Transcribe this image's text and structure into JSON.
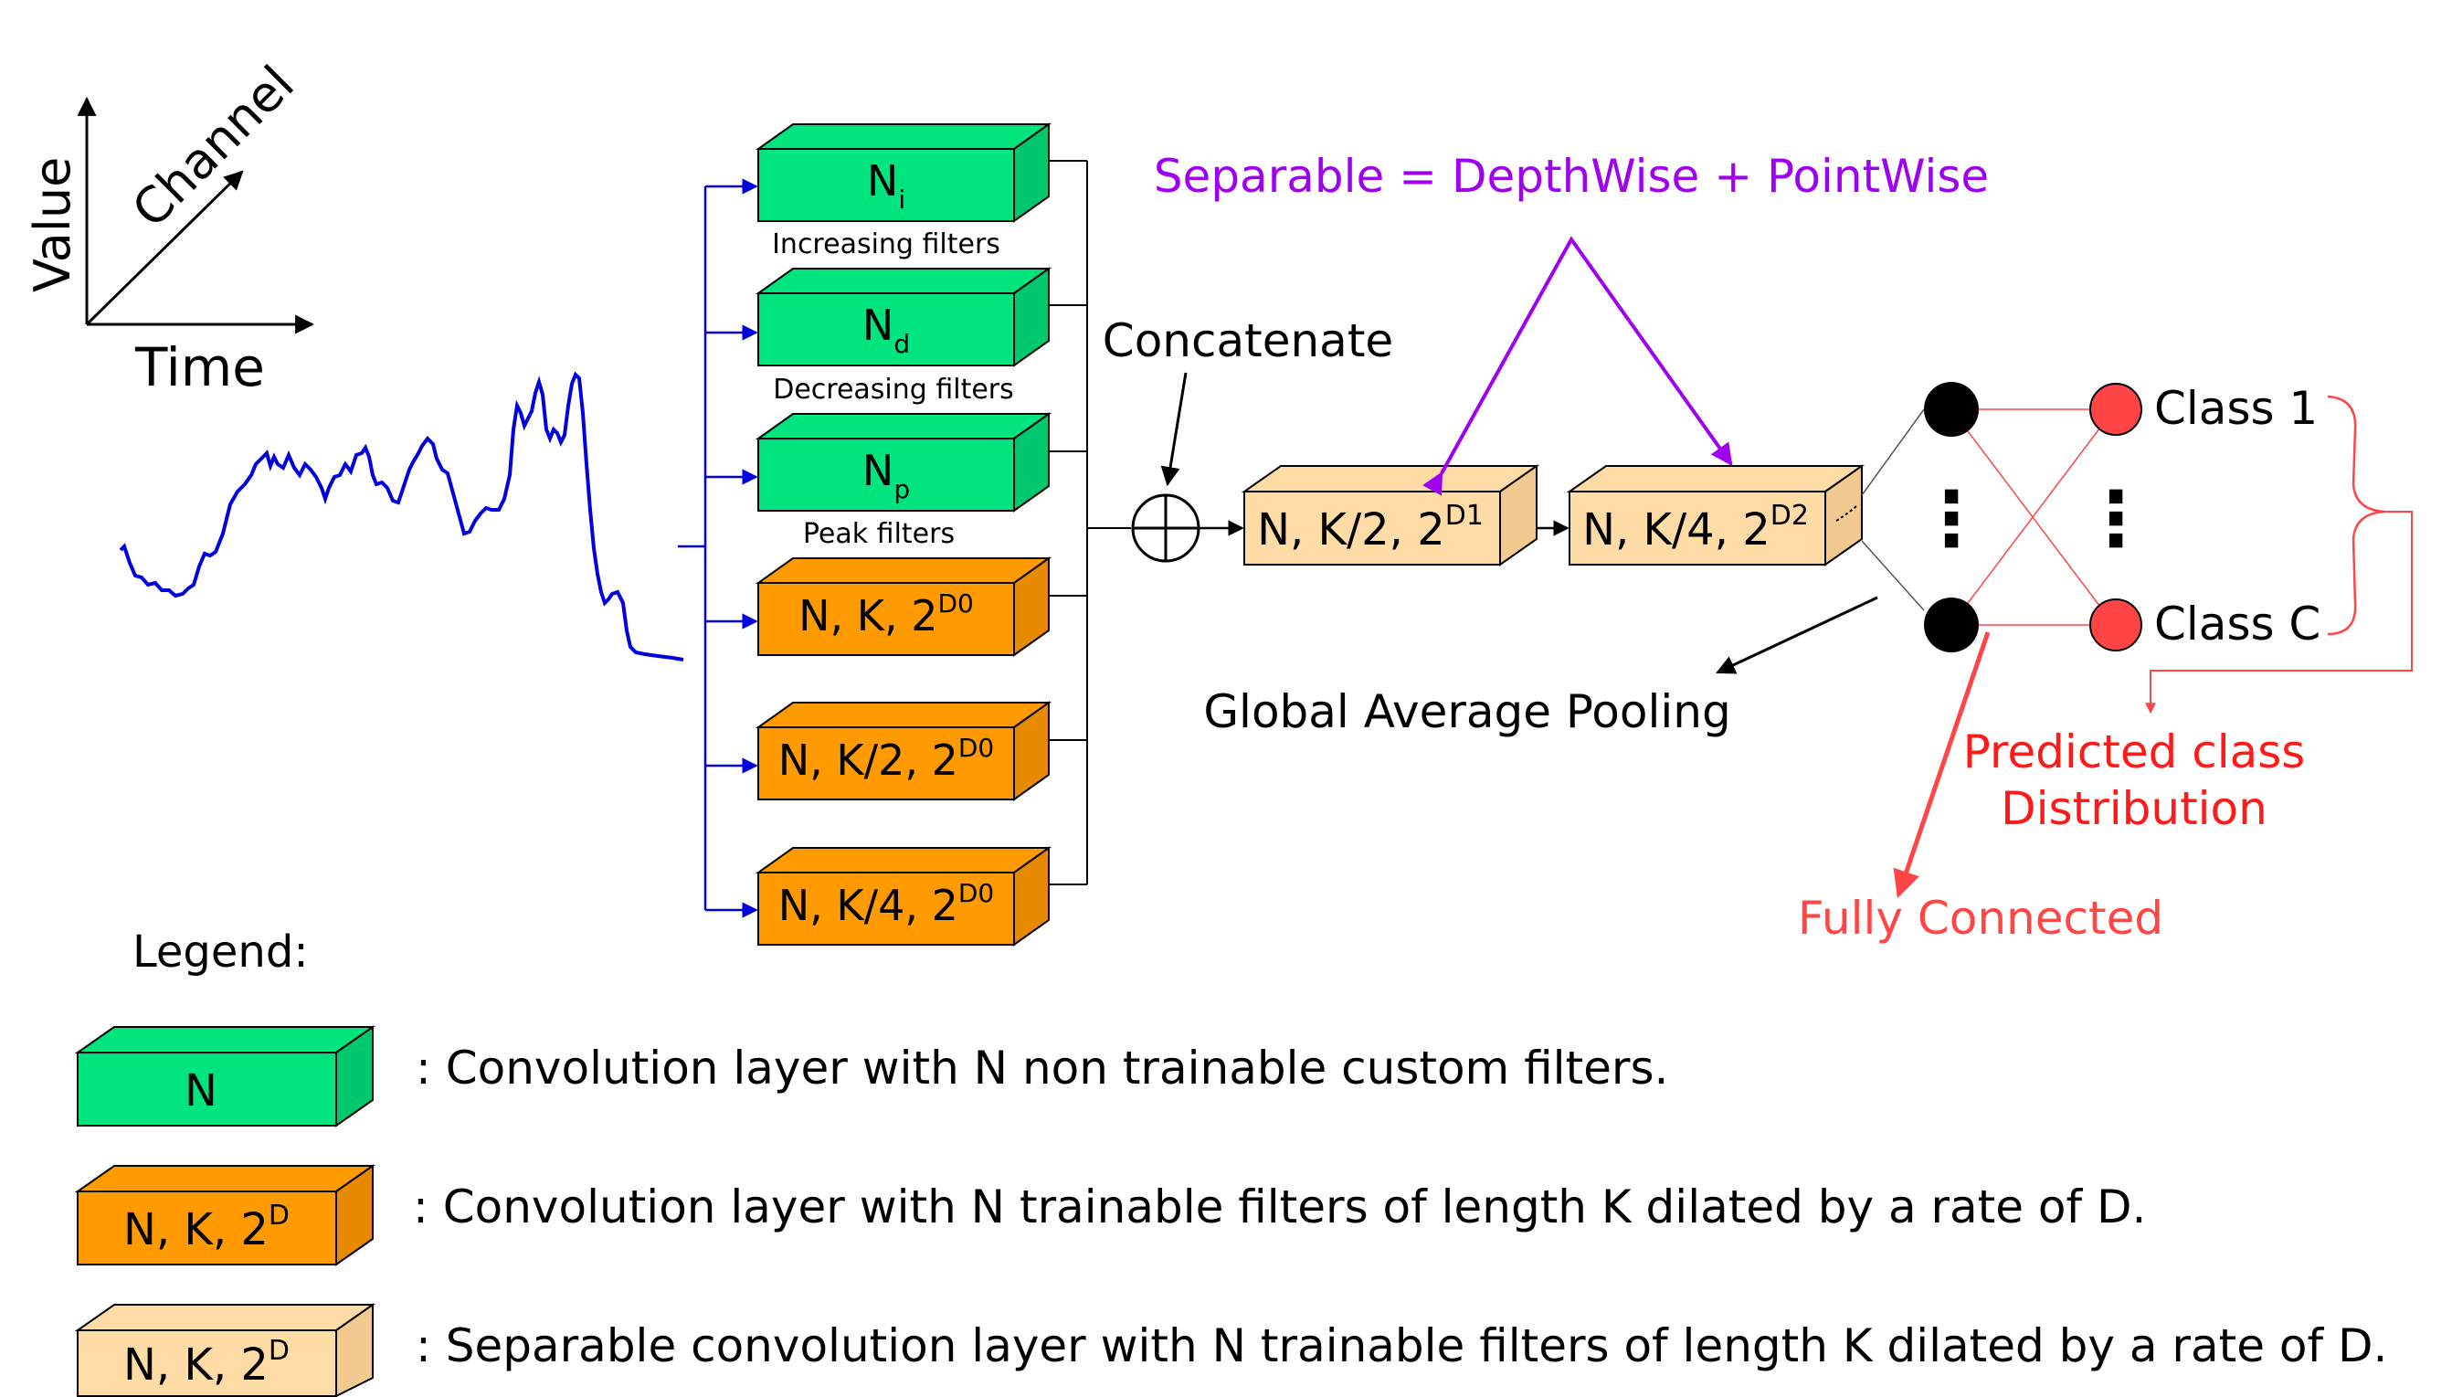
{
  "axes": {
    "value": "Value",
    "channel": "Channel",
    "time": "Time"
  },
  "blocks": {
    "increasing": {
      "main": "N",
      "sub": "i",
      "caption": "Increasing filters"
    },
    "decreasing": {
      "main": "N",
      "sub": "d",
      "caption": "Decreasing filters"
    },
    "peak": {
      "main": "N",
      "sub": "p",
      "caption": "Peak filters"
    },
    "conv_k": {
      "main": "N, K, 2",
      "sup": "D0"
    },
    "conv_k2": {
      "main": "N, K/2, 2",
      "sup": "D0"
    },
    "conv_k4": {
      "main": "N, K/4, 2",
      "sup": "D0"
    },
    "sep1": {
      "main": "N, K/2, 2",
      "sup": "D1"
    },
    "sep2": {
      "main": "N, K/4, 2",
      "sup": "D2"
    }
  },
  "labels": {
    "separable": "Separable = DepthWise + PointWise",
    "concatenate": "Concatenate",
    "gap": "Global Average Pooling",
    "class1": "Class 1",
    "classc": "Class C",
    "predicted_line1": "Predicted class",
    "predicted_line2": "Distribution",
    "fully_connected": "Fully Connected",
    "dots": "⋮"
  },
  "legend": {
    "title": "Legend:",
    "green_label": "N",
    "orange_main": "N, K, 2",
    "orange_sup": "D",
    "beige_main": "N, K, 2",
    "beige_sup": "D",
    "green_desc": ": Convolution layer with N non trainable custom filters.",
    "orange_desc": ": Convolution layer with N trainable filters of length K dilated by a rate of D.",
    "beige_desc": ": Separable convolution layer with N trainable filters of length K dilated by a rate of D."
  },
  "colors": {
    "green": "#00e47e",
    "orange": "#ff9a00",
    "beige": "#ffdca6",
    "blue": "#0000e0",
    "purple": "#a000f0",
    "red": "#ff4545",
    "red_dark": "#ff1a1a"
  }
}
